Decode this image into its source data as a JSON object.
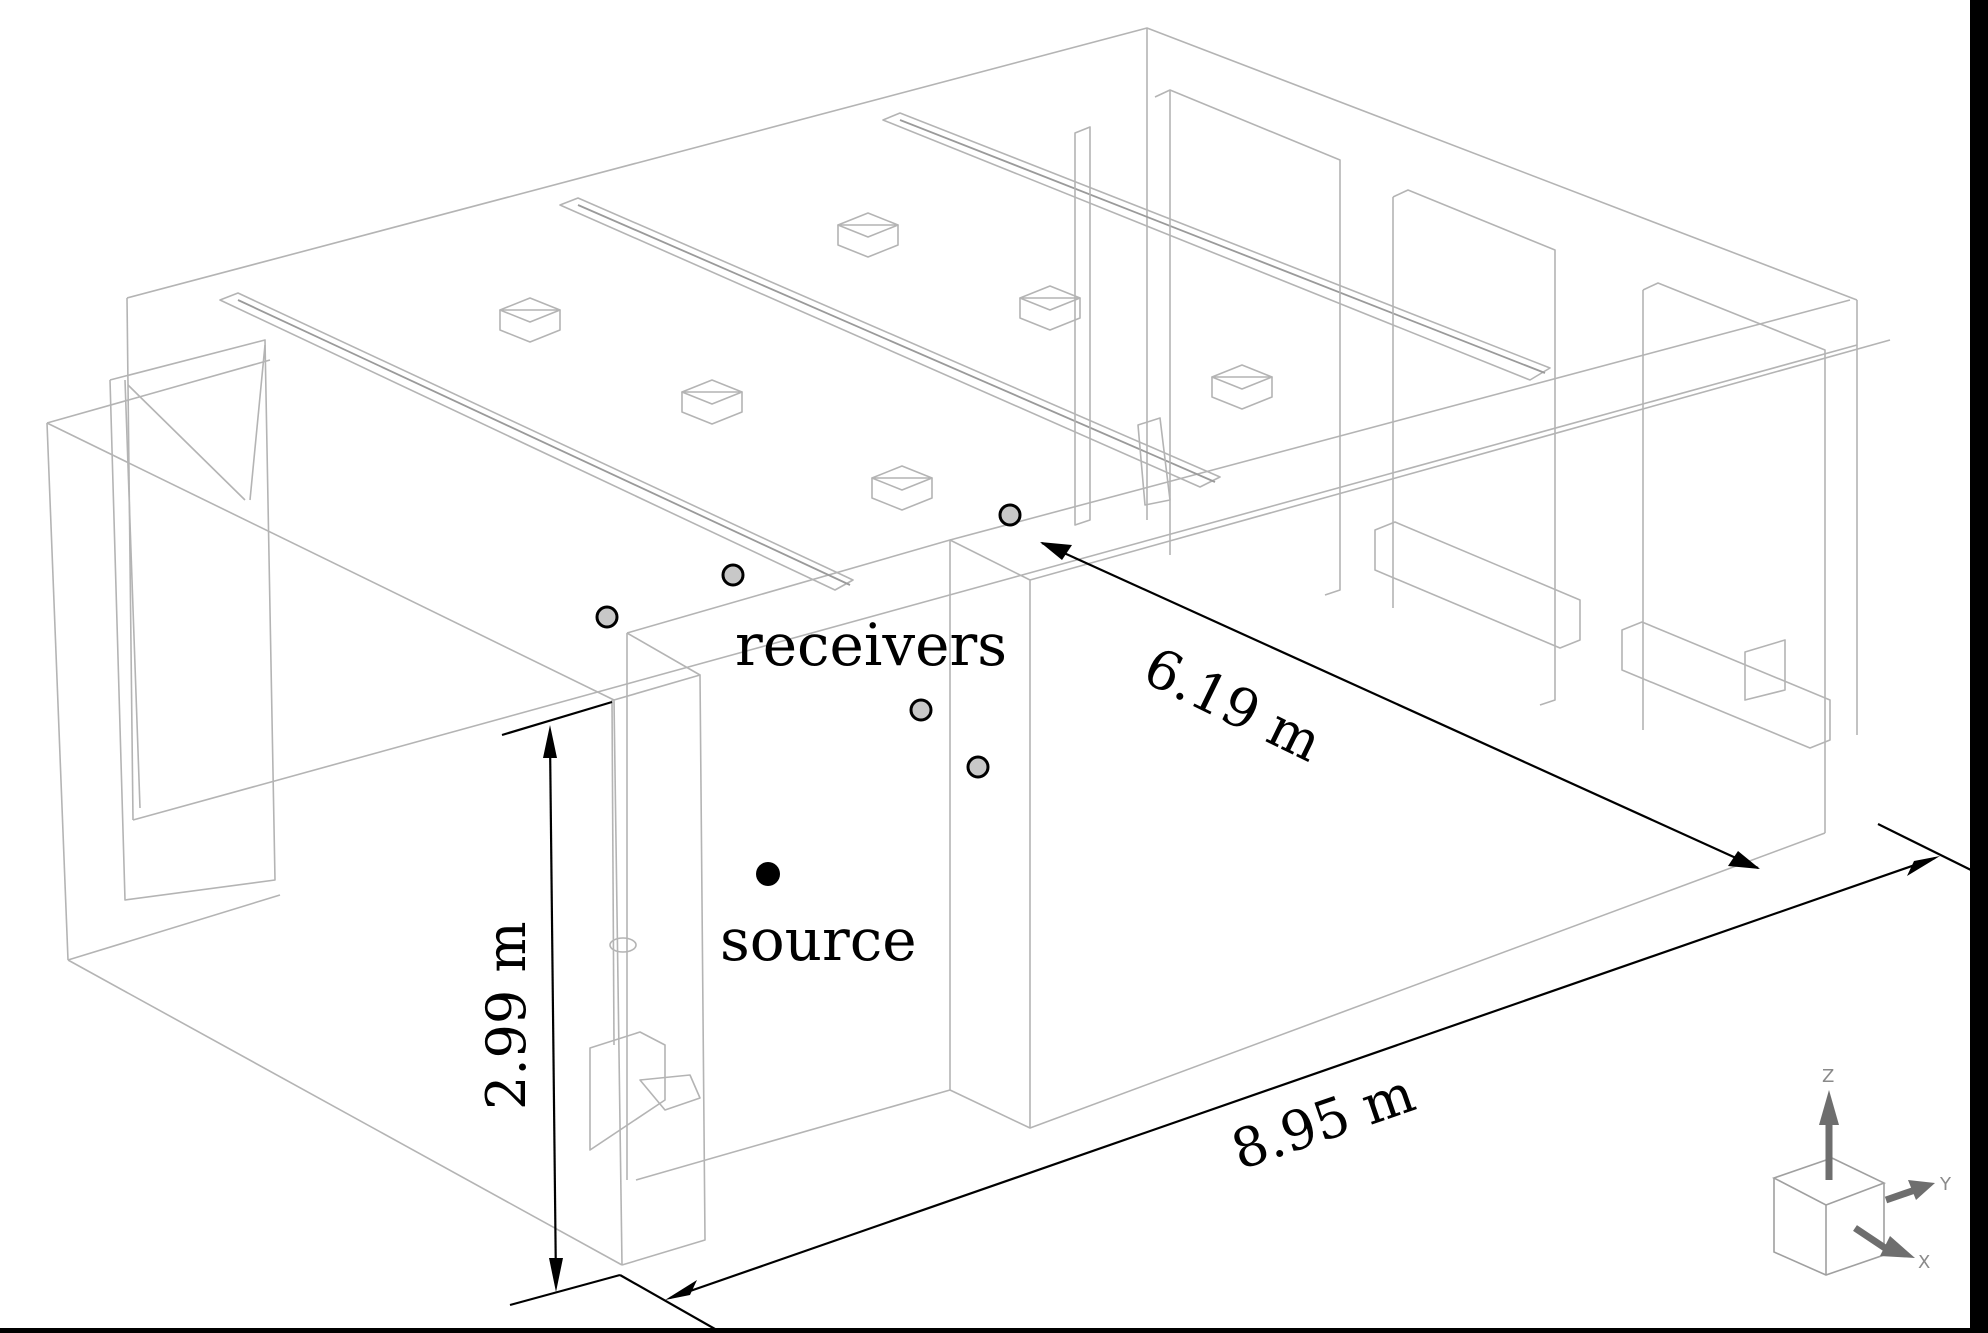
{
  "figure": {
    "type": "3D wireframe room model with acoustic measurement setup",
    "labels": {
      "receivers": "receivers",
      "source": "source"
    },
    "dimensions": {
      "height": "2.99 m",
      "depth": "6.19 m",
      "width": "8.95 m"
    },
    "receivers_count": 5,
    "sources_count": 1,
    "colors": {
      "wireframe": "#b4b4b4",
      "receiver_fill": "#c8c8c8",
      "receiver_stroke": "#000000",
      "source_fill": "#000000",
      "dimension_lines": "#000000",
      "axis_arrows": "#6e6e6e"
    },
    "axis_triad": {
      "z": "Z",
      "y": "Y",
      "x": "X"
    }
  }
}
